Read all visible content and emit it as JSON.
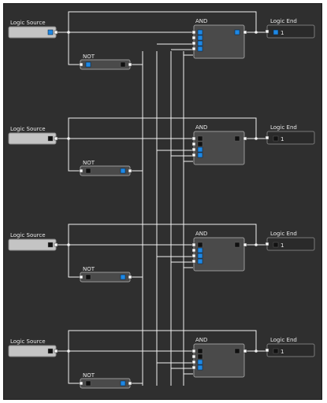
{
  "labels": {
    "source": "Logic Source",
    "not": "NOT",
    "and": "AND",
    "end": "Logic End",
    "end_value": "1"
  },
  "colors": {
    "background": "#2f2f2f",
    "wire": "#f2f2f2",
    "port_on": "#1e88e5",
    "port_off": "#111111"
  },
  "rows": [
    {
      "source_state": "on",
      "not_input_state": "on",
      "not_output_state": "off",
      "and_input_states": [
        "on",
        "on",
        "on",
        "on"
      ],
      "and_output_state": "on",
      "end_input_state": "on",
      "end_value": "1"
    },
    {
      "source_state": "off",
      "not_input_state": "off",
      "not_output_state": "on",
      "and_input_states": [
        "off",
        "off",
        "on",
        "on"
      ],
      "and_output_state": "off",
      "end_input_state": "off",
      "end_value": "1"
    },
    {
      "source_state": "off",
      "not_input_state": "off",
      "not_output_state": "on",
      "and_input_states": [
        "off",
        "on",
        "on",
        "on"
      ],
      "and_output_state": "off",
      "end_input_state": "off",
      "end_value": "1"
    },
    {
      "source_state": "off",
      "not_input_state": "off",
      "not_output_state": "on",
      "and_input_states": [
        "off",
        "off",
        "on",
        "on"
      ],
      "and_output_state": "off",
      "end_input_state": "off",
      "end_value": "1"
    }
  ]
}
